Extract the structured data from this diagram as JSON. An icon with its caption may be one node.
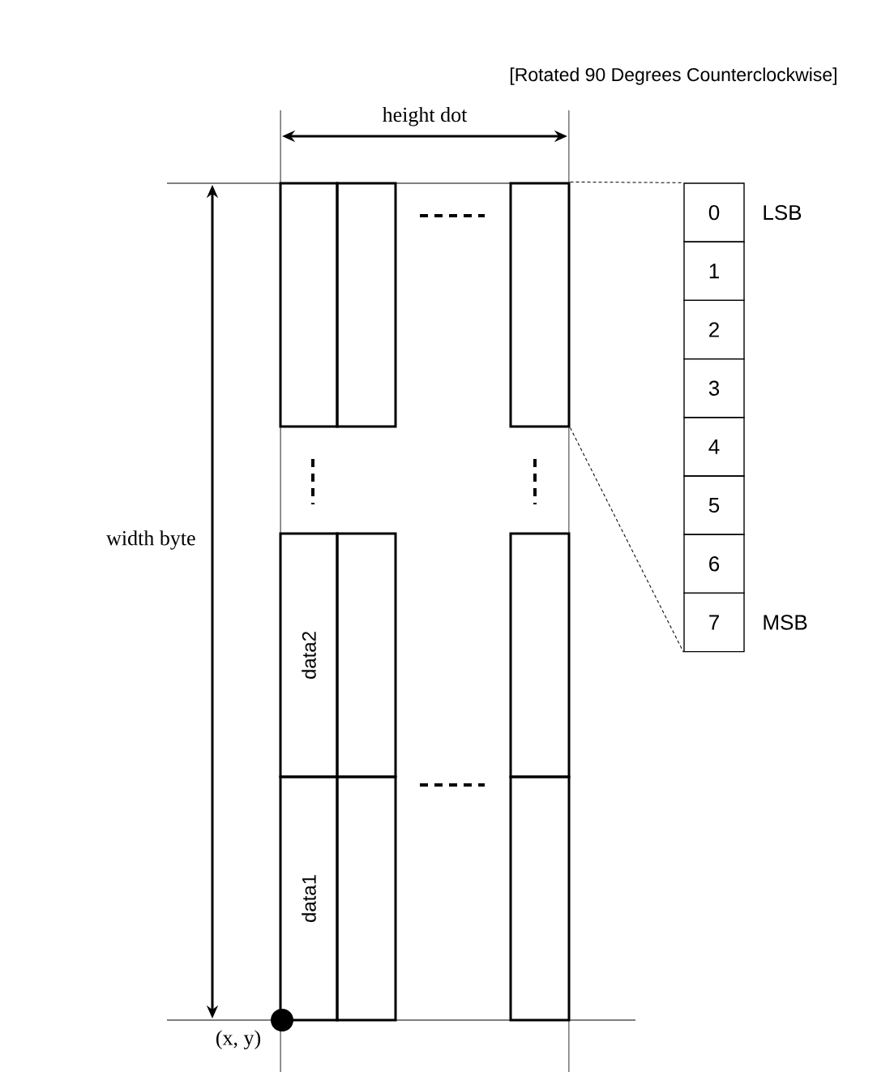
{
  "diagram": {
    "nodes": [
      {
        "text": [],
        "shape": "box"
      },
      {
        "text": [],
        "shape": "box"
      },
      {
        "text": [],
        "shape": "box"
      },
      {
        "text": [
          "0"
        ],
        "beside": [
          "LSB"
        ]
      },
      {
        "text": [
          "1"
        ]
      },
      {
        "text": [
          "2"
        ]
      },
      {
        "text": [
          "3"
        ]
      },
      {
        "text": [
          "4"
        ]
      },
      {
        "text": [
          "5"
        ]
      },
      {
        "text": [
          "6"
        ]
      },
      {
        "text": [
          "7"
        ],
        "beside": [
          "MSB"
        ]
      },
      {
        "text": [
          "data2"
        ]
      },
      {
        "text": [],
        "shape": "box"
      },
      {
        "text": [],
        "shape": "box"
      },
      {
        "text": [
          "data1"
        ]
      },
      {
        "text": [],
        "shape": "box"
      },
      {
        "text": [],
        "shape": "box"
      }
    ],
    "edges": [
      {
        "from": 2,
        "to": 3,
        "arrow": "none",
        "style": "dashed"
      },
      {
        "from": 2,
        "to": 10,
        "arrow": "none",
        "style": "dashed"
      }
    ],
    "labels": [
      "[Rotated 90 Degrees Counterclockwise]",
      "height dot",
      "width byte",
      "(x, y)"
    ]
  }
}
